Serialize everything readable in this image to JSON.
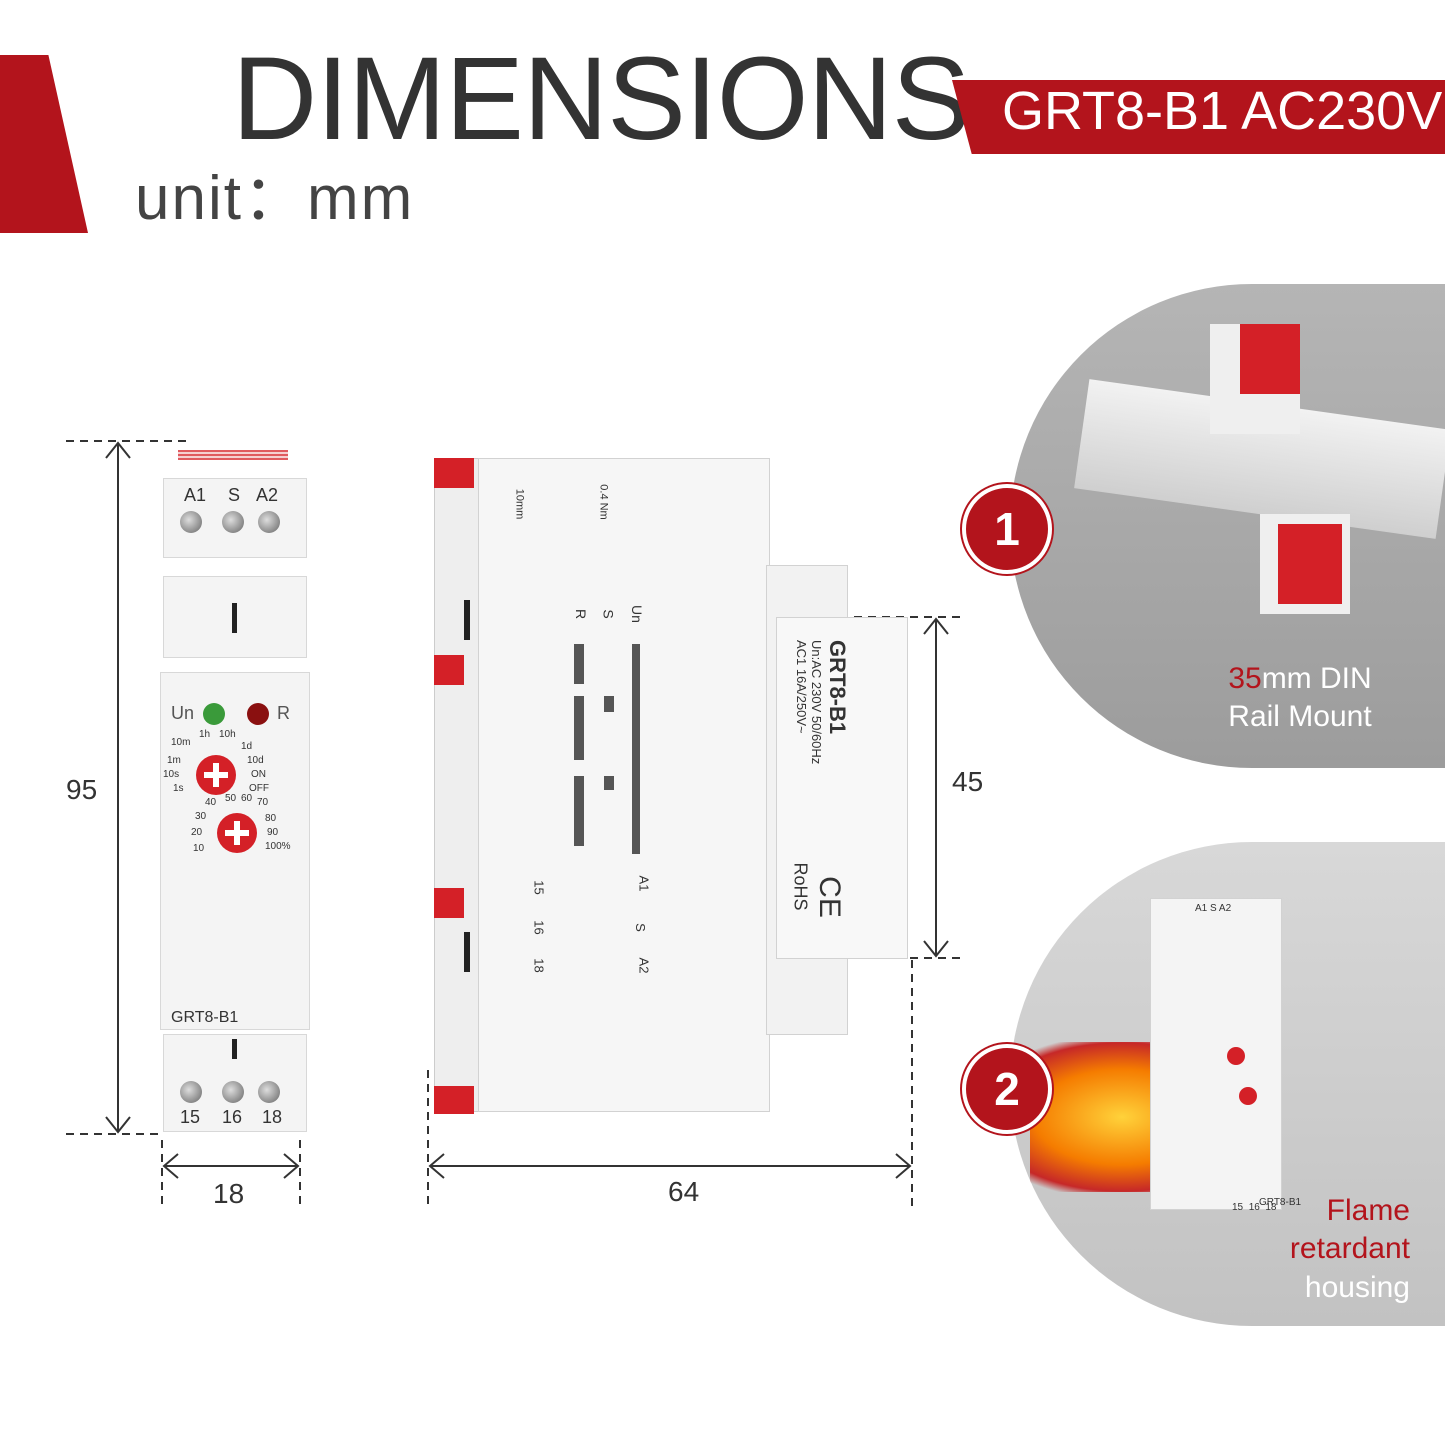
{
  "header": {
    "title": "DIMENSIONS",
    "unit": "unit：mm",
    "model": "GRT8-B1 AC230V"
  },
  "dimensions": {
    "height": "95",
    "width": "18",
    "depth": "64",
    "front_height": "45"
  },
  "front_view": {
    "top_terminals": [
      "A1",
      "S",
      "A2"
    ],
    "bottom_terminals": [
      "15",
      "16",
      "18"
    ],
    "led_un": "Un",
    "led_r": "R",
    "model_label": "GRT8-B1",
    "time_scale": [
      "10m",
      "1h",
      "10h",
      "1m",
      "1d",
      "10s",
      "10d",
      "1s",
      "ON",
      "OFF"
    ],
    "pct_scale": [
      "40",
      "50",
      "60",
      "70",
      "30",
      "80",
      "20",
      "90",
      "10",
      "100%"
    ]
  },
  "side_view": {
    "model": "GRT8-B1",
    "spec_line1": "Un:AC 230V 50/60Hz",
    "spec_line2": "AC1 16A/250V~",
    "rohs": "RoHS",
    "ce": "CE",
    "torque": "0.4 Nm",
    "strip": "10mm",
    "diagram_labels": [
      "Un",
      "S",
      "R"
    ],
    "wiring_top": [
      "A1",
      "S",
      "A2"
    ],
    "wiring_bottom": [
      "15",
      "16",
      "18"
    ]
  },
  "features": [
    {
      "badge": "1",
      "highlight": "35",
      "caption_rest": "mm DIN",
      "caption_line2": "Rail Mount"
    },
    {
      "badge": "2",
      "line1": "Flame",
      "line2": "retardant",
      "line3": "housing",
      "mini_model": "GRT8-B1",
      "mini_terminals": [
        "15",
        "16",
        "18"
      ],
      "mini_top": [
        "A1",
        "S",
        "A2"
      ]
    }
  ],
  "colors": {
    "brand_red": "#b3141c",
    "text_dark": "#333333",
    "gray_circle": "#a9a9a9"
  }
}
